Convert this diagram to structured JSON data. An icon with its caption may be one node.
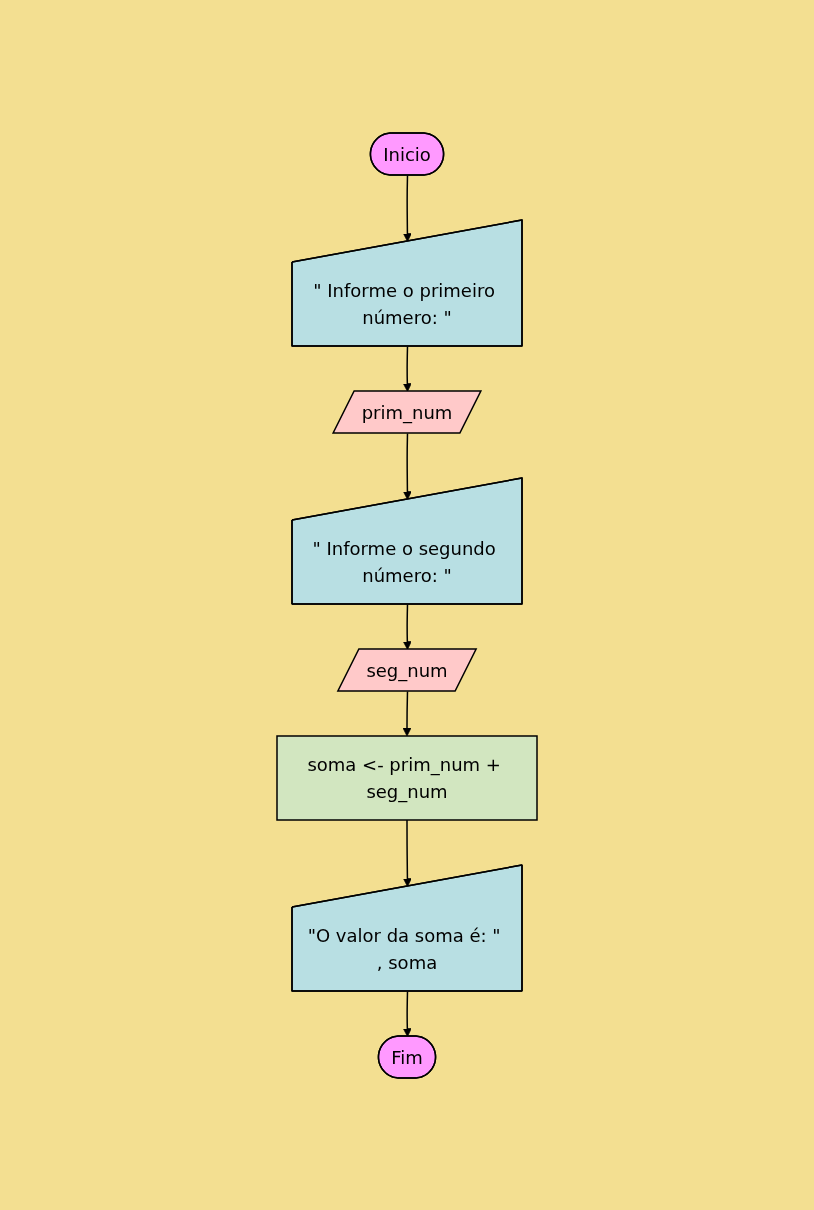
{
  "diagram": {
    "nodes": [
      {
        "text": [
          "Inicio"
        ]
      },
      {
        "text": [
          "\" Informe o primeiro número: \""
        ]
      },
      {
        "text": [
          "prim_num"
        ]
      },
      {
        "text": [
          "\" Informe o segundo número: \""
        ]
      },
      {
        "text": [
          "seg_num"
        ]
      },
      {
        "text": [
          "soma <- prim_num + seg_num"
        ]
      },
      {
        "text": [
          "\"O valor da soma é: \" , soma"
        ]
      },
      {
        "text": [
          "Fim"
        ]
      }
    ],
    "edges": [
      {
        "from": 0,
        "to": 1,
        "arrow": "to"
      },
      {
        "from": 1,
        "to": 2,
        "arrow": "to"
      },
      {
        "from": 2,
        "to": 3,
        "arrow": "to"
      },
      {
        "from": 3,
        "to": 4,
        "arrow": "to"
      },
      {
        "from": 4,
        "to": 5,
        "arrow": "to"
      },
      {
        "from": 5,
        "to": 6,
        "arrow": "to"
      },
      {
        "from": 6,
        "to": 7,
        "arrow": "to"
      }
    ]
  }
}
